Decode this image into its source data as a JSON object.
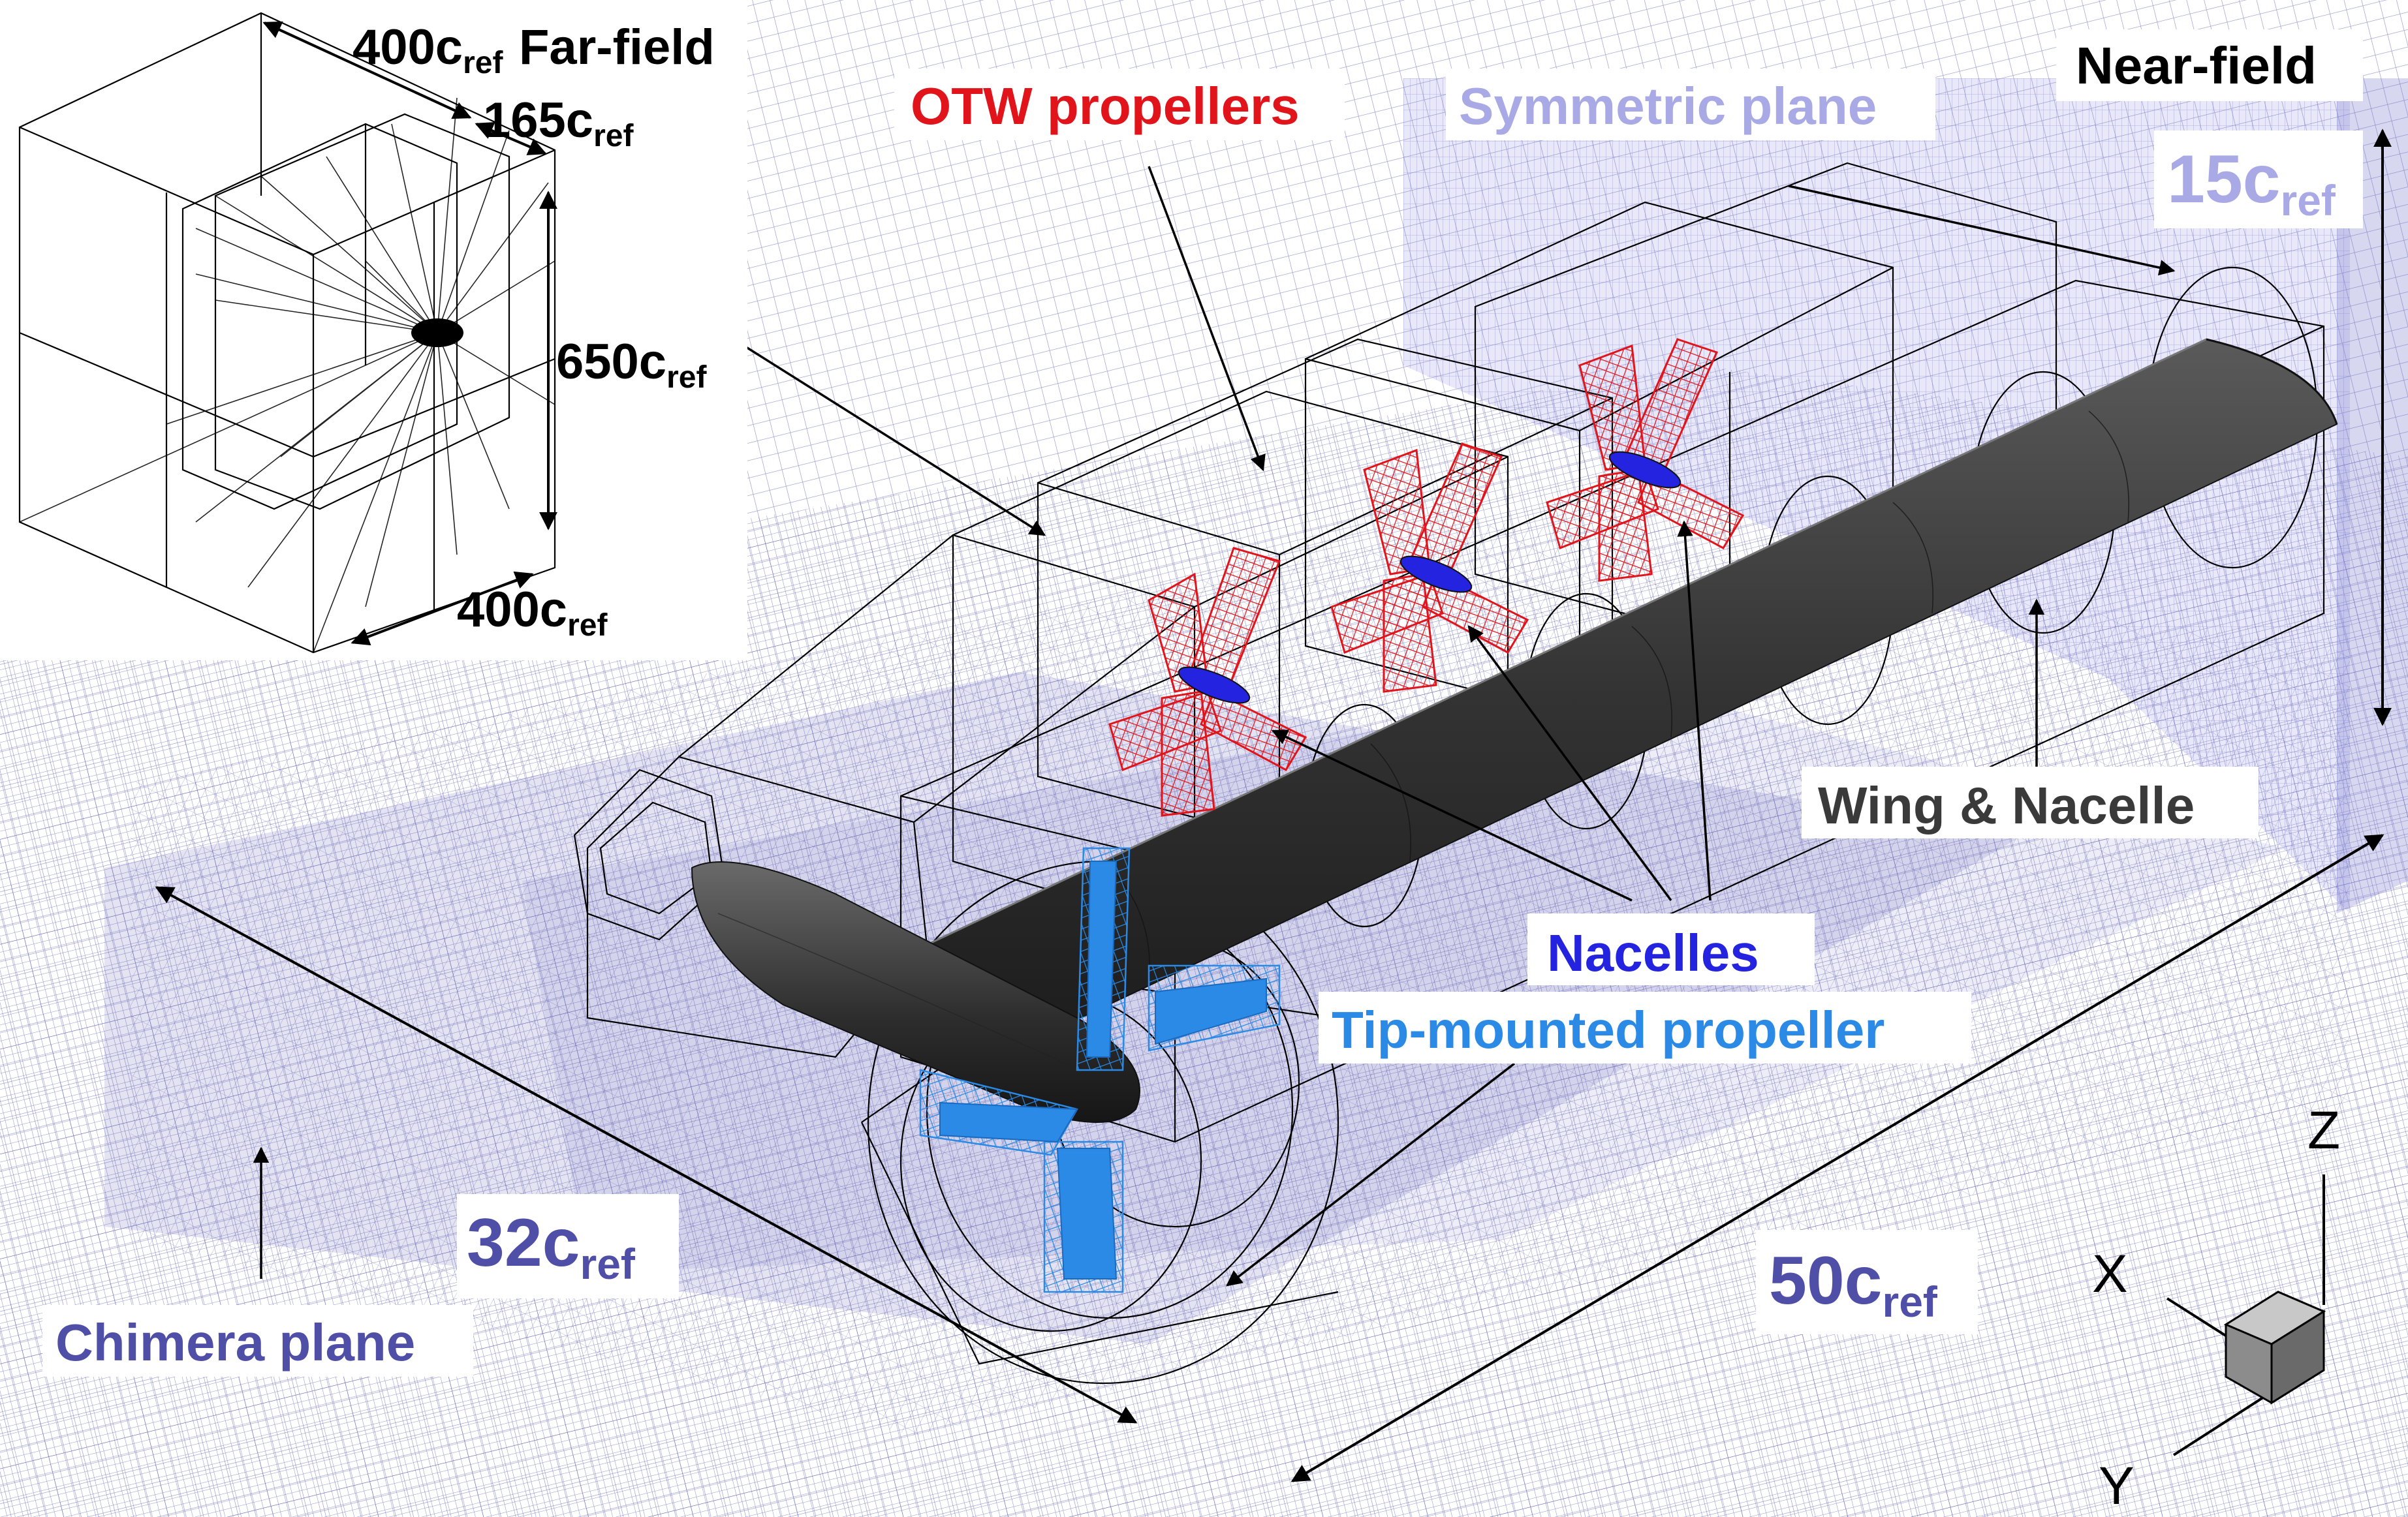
{
  "labels": {
    "far_field": "Far-field",
    "near_field": "Near-field",
    "otw_propellers": "OTW propellers",
    "symmetric_plane": "Symmetric plane",
    "wing_nacelle": "Wing & Nacelle",
    "nacelles": "Nacelles",
    "tip_propeller": "Tip-mounted propeller",
    "chimera_plane": "Chimera plane"
  },
  "dims": {
    "inset_top": {
      "value": "400c",
      "sub": "ref"
    },
    "inset_165": {
      "value": "165c",
      "sub": "ref"
    },
    "inset_650": {
      "value": "650c",
      "sub": "ref"
    },
    "inset_bottom": {
      "value": "400c",
      "sub": "ref"
    },
    "near_15": {
      "value": "15c",
      "sub": "ref"
    },
    "near_32": {
      "value": "32c",
      "sub": "ref"
    },
    "near_50": {
      "value": "50c",
      "sub": "ref"
    }
  },
  "axes": {
    "x": "X",
    "y": "Y",
    "z": "Z"
  },
  "colors": {
    "mesh": "#3c3c9c",
    "otw_red": "#e0141a",
    "nacelle_blue": "#2424e0",
    "tip_blue": "#2a8ae6",
    "pale_label": "#a9a9e6",
    "chimera_label": "#4f4fa8",
    "wing_gray": "#3a3a3a"
  }
}
